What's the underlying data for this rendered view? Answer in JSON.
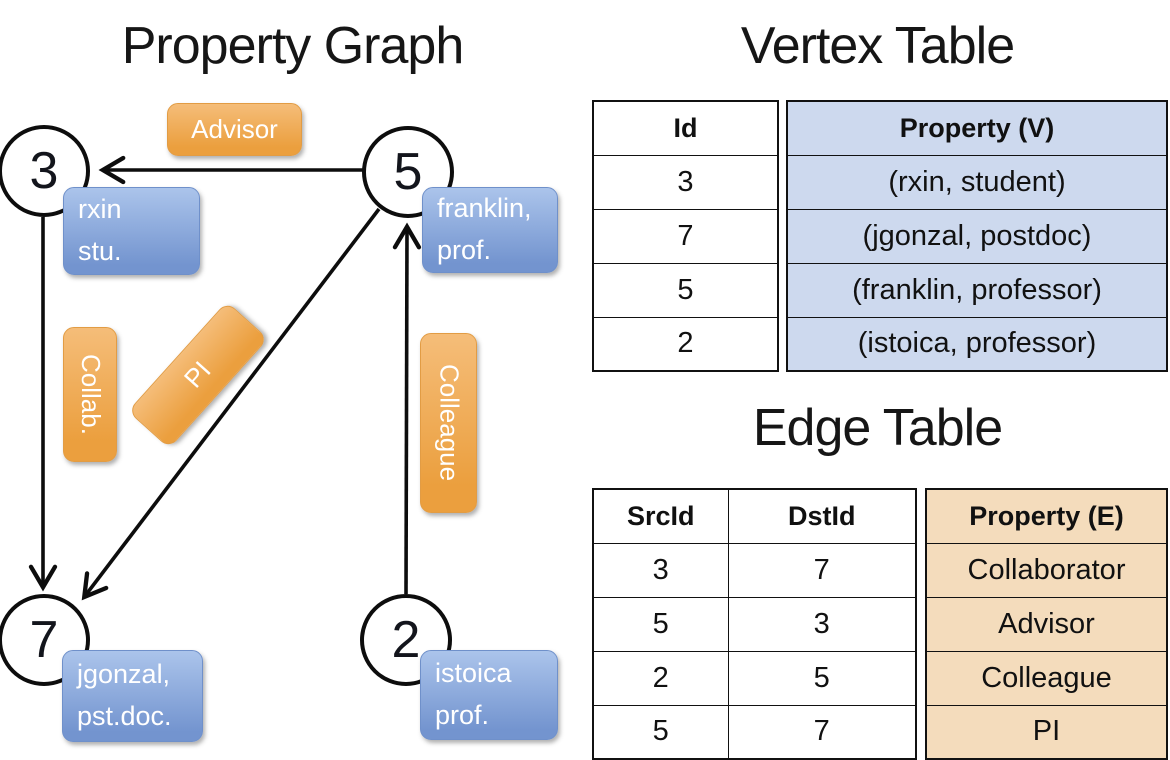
{
  "graph": {
    "title": "Property Graph",
    "nodes": [
      {
        "id": "3",
        "label_line1": "rxin",
        "label_line2": "stu."
      },
      {
        "id": "5",
        "label_line1": "franklin,",
        "label_line2": "prof."
      },
      {
        "id": "7",
        "label_line1": "jgonzal,",
        "label_line2": "pst.doc."
      },
      {
        "id": "2",
        "label_line1": "istoica",
        "label_line2": "prof."
      }
    ],
    "edge_labels": {
      "advisor": "Advisor",
      "collab": "Collab.",
      "pi": "PI",
      "colleague": "Colleague"
    }
  },
  "vertex_table": {
    "title": "Vertex Table",
    "headers": {
      "id": "Id",
      "property": "Property (V)"
    },
    "rows": [
      {
        "id": "3",
        "property": "(rxin, student)"
      },
      {
        "id": "7",
        "property": "(jgonzal, postdoc)"
      },
      {
        "id": "5",
        "property": "(franklin, professor)"
      },
      {
        "id": "2",
        "property": "(istoica, professor)"
      }
    ]
  },
  "edge_table": {
    "title": "Edge Table",
    "headers": {
      "src": "SrcId",
      "dst": "DstId",
      "property": "Property (E)"
    },
    "rows": [
      {
        "src": "3",
        "dst": "7",
        "property": "Collaborator"
      },
      {
        "src": "5",
        "dst": "3",
        "property": "Advisor"
      },
      {
        "src": "2",
        "dst": "5",
        "property": "Colleague"
      },
      {
        "src": "5",
        "dst": "7",
        "property": "PI"
      }
    ]
  },
  "colors": {
    "orange-light": "#f5bd79",
    "orange-dark": "#eb9f3e",
    "blue-light": "#abc4eb",
    "blue-dark": "#7394cf",
    "vertex-fill": "#cdd9ee",
    "edge-fill": "#f4dcbc"
  }
}
